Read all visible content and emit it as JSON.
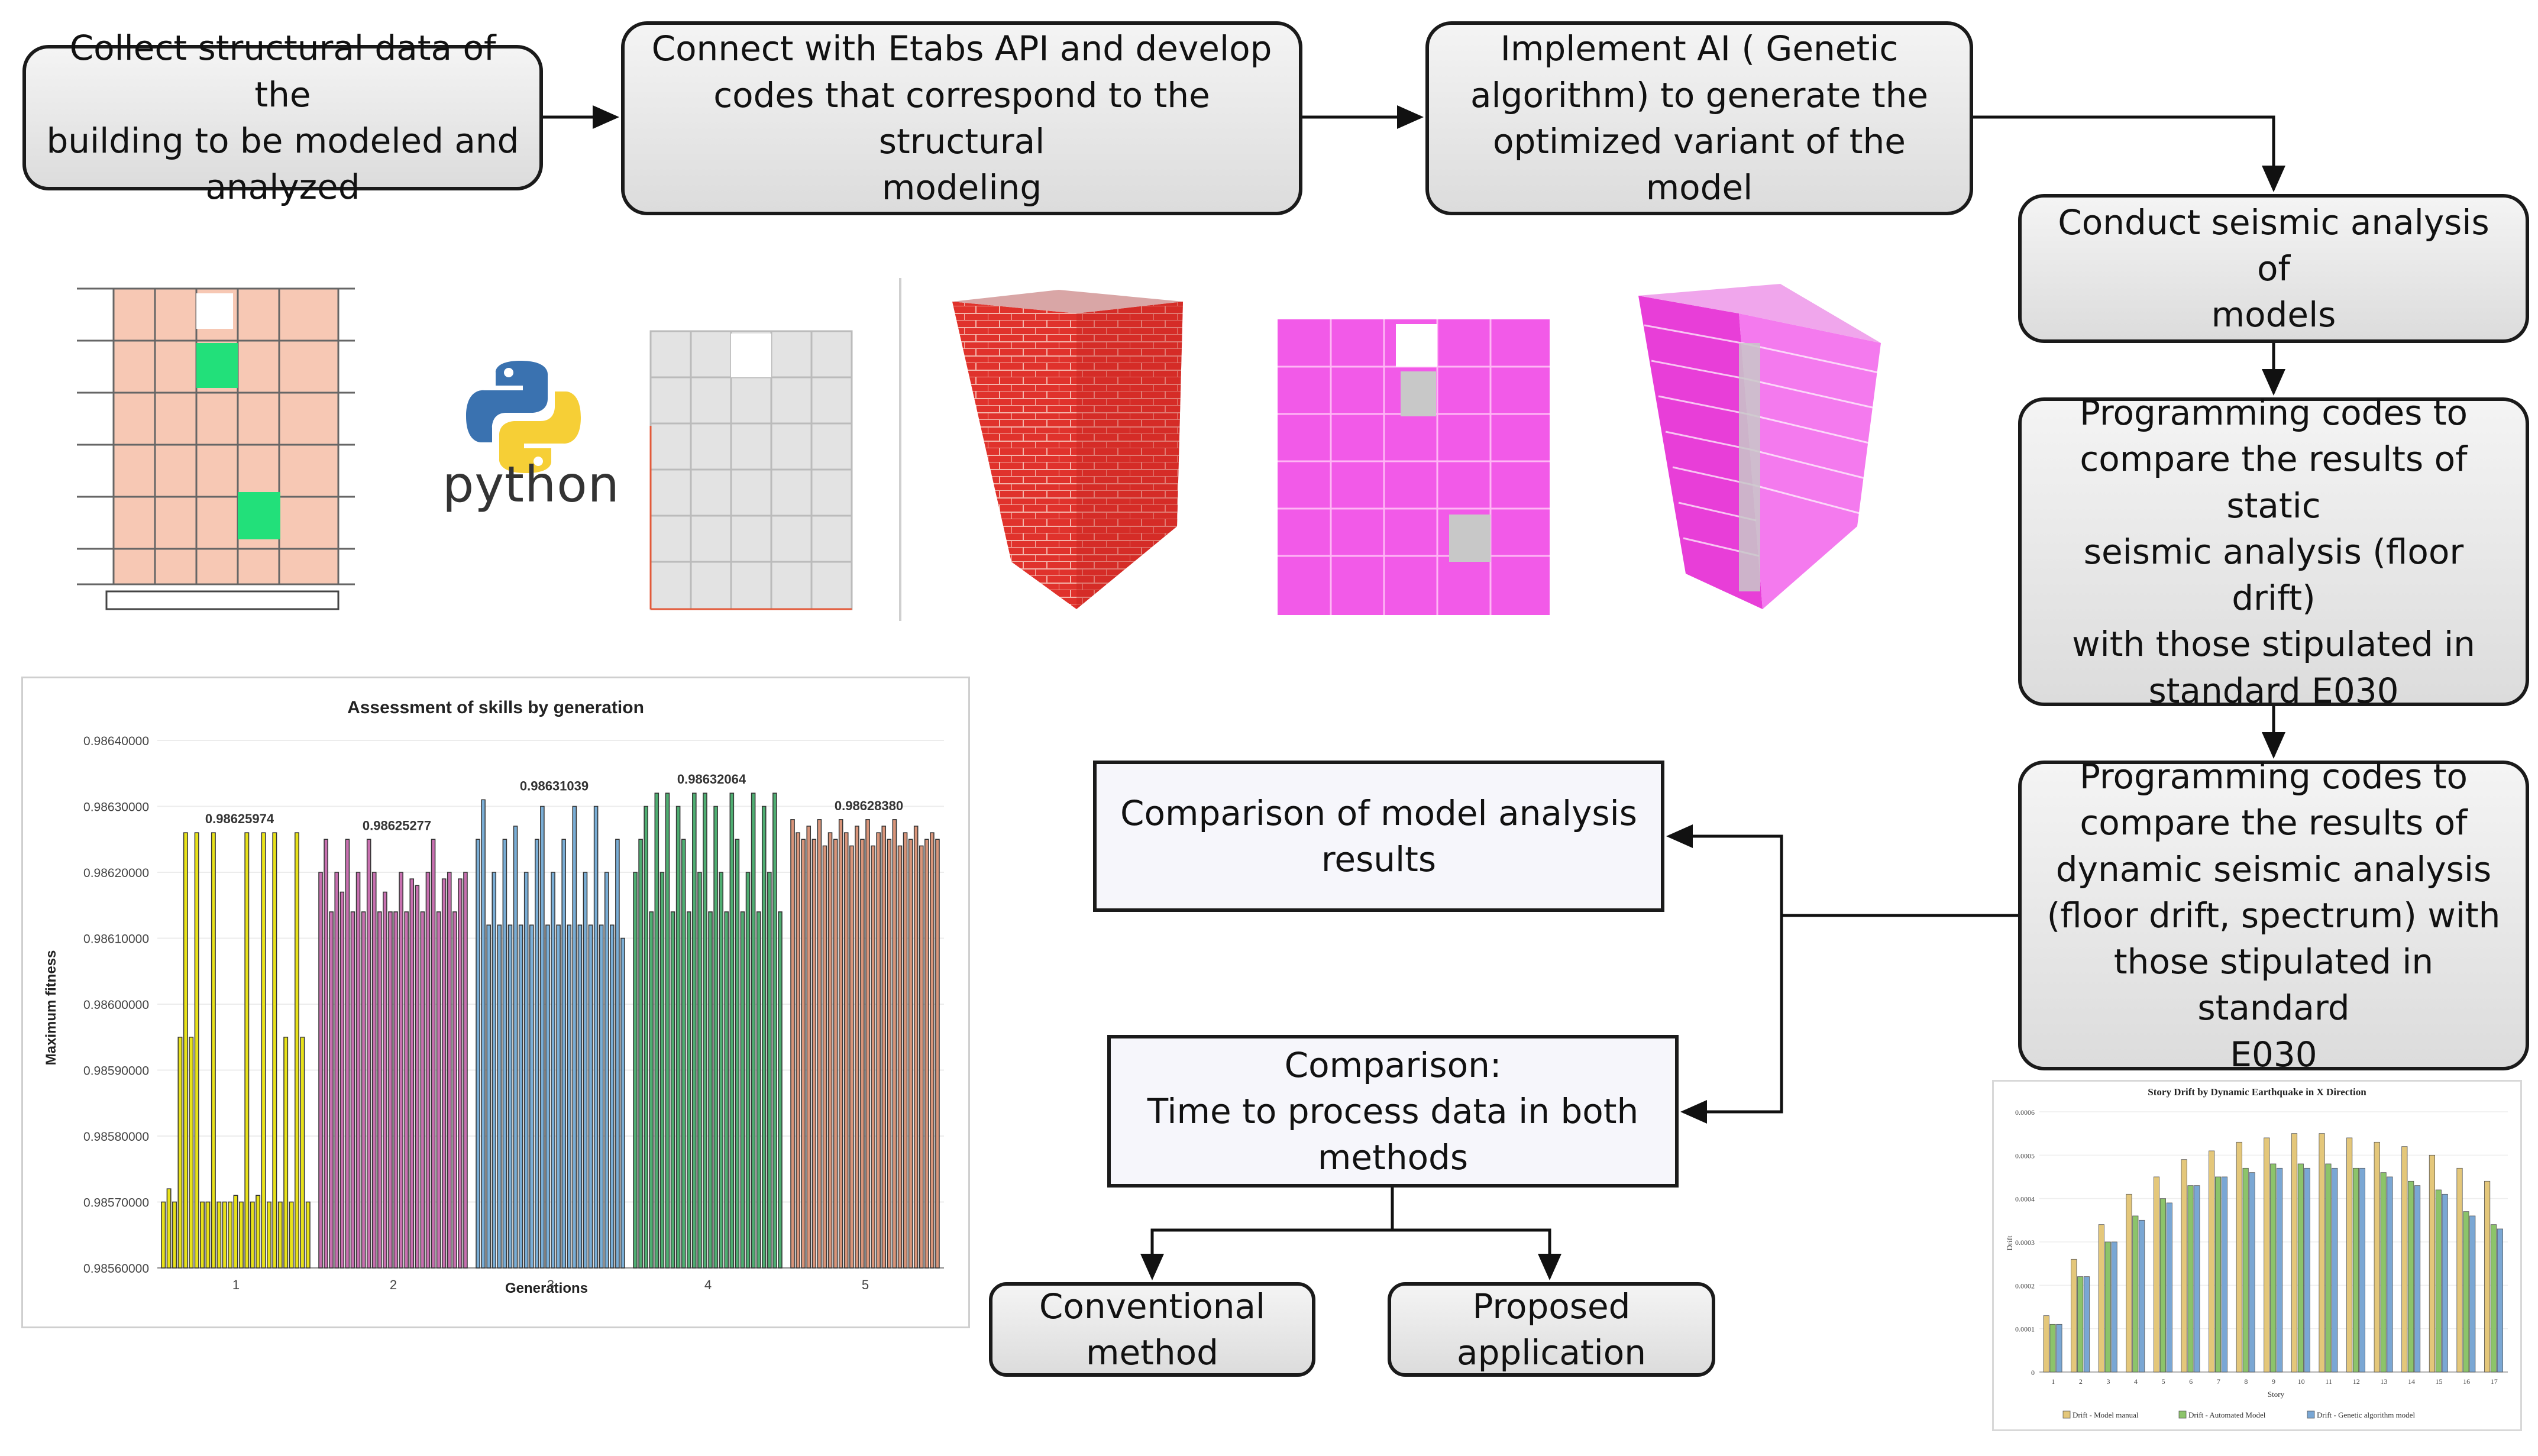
{
  "colors": {
    "box_fill_top": "#f4f4f4",
    "box_fill_bottom": "#dcdcdc",
    "box_border": "#1a1a1a",
    "plain_box_fill": "#f6f6fb",
    "plan_tint": "#f7c8b4",
    "shear_wall_green": "#22e07a",
    "brick_red": "#e0322c",
    "magenta": "#f25ae8"
  },
  "process": {
    "collect": "Collect structural data of the\nbuilding to be modeled and\nanalyzed",
    "connect": "Connect with Etabs API and develop\ncodes that correspond to the structural\nmodeling",
    "implement": "Implement AI ( Genetic\nalgorithm) to generate the\noptimized variant of the model",
    "seismic": "Conduct seismic analysis of\nmodels",
    "static": "Programming codes to\ncompare the results of static\nseismic analysis (floor drift)\nwith those stipulated in\nstandard E030",
    "dynamic": "Programming codes to\ncompare the results of\ndynamic seismic analysis\n(floor drift, spectrum) with\nthose stipulated in standard\nE030",
    "comparison_results": "Comparison of model analysis\nresults",
    "comparison_time": "Comparison:\nTime to process data in both\nmethods",
    "conventional": "Conventional\nmethod",
    "proposed": "Proposed\napplication"
  },
  "python_logo_text": "python",
  "icons": [
    "python-logo-icon",
    "floor-plan-icon",
    "brick-tower-icon",
    "magenta-elevation-icon",
    "magenta-tower-icon"
  ],
  "chart_data": [
    {
      "type": "bar",
      "title": "Assessment of skills by generation",
      "xlabel": "Generations",
      "ylabel": "Maximum fitness",
      "categories": [
        "1",
        "2",
        "3",
        "4",
        "5"
      ],
      "ylim": [
        0.9856,
        0.9864
      ],
      "yticks": [
        "0.98560000",
        "0.98570000",
        "0.98580000",
        "0.98590000",
        "0.98600000",
        "0.98610000",
        "0.98620000",
        "0.98630000",
        "0.98640000"
      ],
      "max_labels": [
        "0.98625974",
        "0.98625277",
        "0.98631039",
        "0.98632064",
        "0.98628380"
      ],
      "series": [
        {
          "color": "#e8e21a",
          "values": [
            0.9857,
            0.98572,
            0.9857,
            0.98595,
            0.98626,
            0.98595,
            0.98626,
            0.9857,
            0.9857,
            0.98626,
            0.9857,
            0.9857,
            0.9857,
            0.98571,
            0.9857,
            0.98626,
            0.9857,
            0.98571,
            0.98626,
            0.9857,
            0.98626,
            0.9857,
            0.98595,
            0.9857,
            0.98626,
            0.98595,
            0.9857
          ]
        },
        {
          "color": "#c870b0",
          "values": [
            0.9862,
            0.98625,
            0.98614,
            0.9862,
            0.98617,
            0.98625,
            0.98614,
            0.9862,
            0.98614,
            0.98625,
            0.9862,
            0.98614,
            0.98617,
            0.98614,
            0.98614,
            0.9862,
            0.98614,
            0.98619,
            0.98618,
            0.98614,
            0.9862,
            0.98625,
            0.98614,
            0.98619,
            0.9862,
            0.98614,
            0.98619,
            0.9862
          ]
        },
        {
          "color": "#7aaed6",
          "values": [
            0.98625,
            0.98631,
            0.98612,
            0.9862,
            0.98612,
            0.98625,
            0.98612,
            0.98627,
            0.98612,
            0.9862,
            0.98612,
            0.98625,
            0.9863,
            0.98612,
            0.9862,
            0.98612,
            0.98625,
            0.98612,
            0.9863,
            0.98612,
            0.9862,
            0.98612,
            0.9863,
            0.98612,
            0.9862,
            0.98612,
            0.98625,
            0.9861
          ]
        },
        {
          "color": "#4fae72",
          "values": [
            0.9862,
            0.98625,
            0.9863,
            0.98614,
            0.98632,
            0.9862,
            0.98632,
            0.98614,
            0.9863,
            0.98625,
            0.98614,
            0.98632,
            0.9862,
            0.98632,
            0.98614,
            0.9863,
            0.9862,
            0.98614,
            0.98632,
            0.98625,
            0.98614,
            0.9862,
            0.98632,
            0.98614,
            0.9863,
            0.9862,
            0.98632,
            0.98614
          ]
        },
        {
          "color": "#d9957a",
          "values": [
            0.98628,
            0.98626,
            0.98625,
            0.98627,
            0.98625,
            0.98628,
            0.98624,
            0.98626,
            0.98625,
            0.98628,
            0.98626,
            0.98624,
            0.98627,
            0.98625,
            0.98628,
            0.98624,
            0.98626,
            0.98627,
            0.98625,
            0.98628,
            0.98624,
            0.98626,
            0.98625,
            0.98627,
            0.98624,
            0.98625,
            0.98626,
            0.98625
          ]
        }
      ]
    },
    {
      "type": "bar",
      "title": "Story Drift by Dynamic Earthquake in X Direction",
      "xlabel": "Story",
      "ylabel": "Drift",
      "categories": [
        "1",
        "2",
        "3",
        "4",
        "5",
        "6",
        "7",
        "8",
        "9",
        "10",
        "11",
        "12",
        "13",
        "14",
        "15",
        "16",
        "17"
      ],
      "ylim": [
        0,
        0.0006
      ],
      "yticks": [
        "0",
        "0.0001",
        "0.0002",
        "0.0003",
        "0.0004",
        "0.0005",
        "0.0006"
      ],
      "series": [
        {
          "name": "Drift - Model manual",
          "color": "#e4c77a",
          "values": [
            0.00013,
            0.00026,
            0.00034,
            0.00041,
            0.00045,
            0.00049,
            0.00051,
            0.00053,
            0.00054,
            0.00055,
            0.00055,
            0.00054,
            0.00053,
            0.00052,
            0.0005,
            0.00047,
            0.00044
          ]
        },
        {
          "name": "Drift - Automated Model",
          "color": "#8cc46a",
          "values": [
            0.00011,
            0.00022,
            0.0003,
            0.00036,
            0.0004,
            0.00043,
            0.00045,
            0.00047,
            0.00048,
            0.00048,
            0.00048,
            0.00047,
            0.00046,
            0.00044,
            0.00042,
            0.00037,
            0.00034
          ]
        },
        {
          "name": "Drift - Genetic algorithm model",
          "color": "#7aa7d4",
          "values": [
            0.00011,
            0.00022,
            0.0003,
            0.00035,
            0.00039,
            0.00043,
            0.00045,
            0.00046,
            0.00047,
            0.00047,
            0.00047,
            0.00047,
            0.00045,
            0.00043,
            0.00041,
            0.00036,
            0.00033
          ]
        }
      ]
    }
  ]
}
